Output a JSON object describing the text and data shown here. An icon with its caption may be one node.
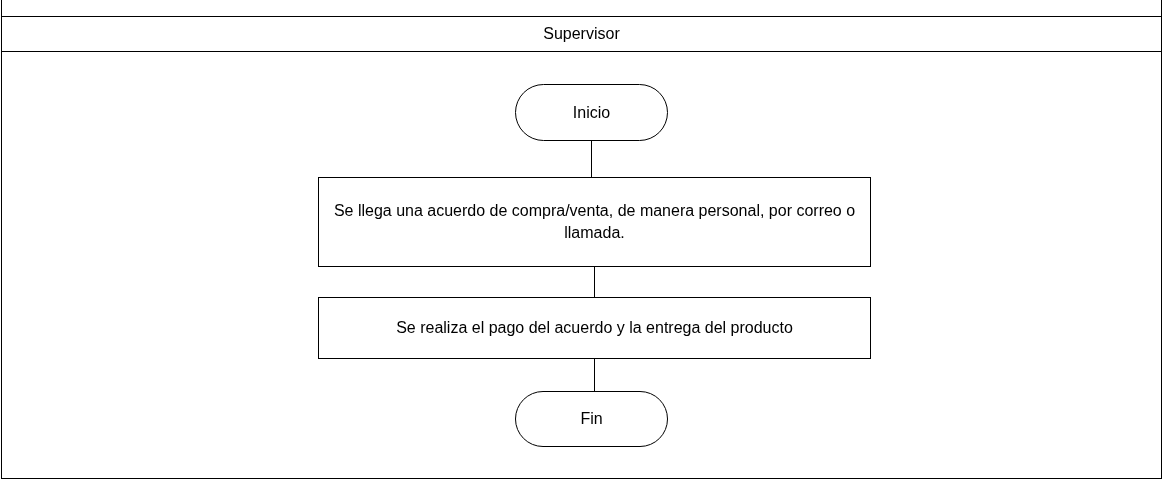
{
  "diagram": {
    "nodes": [
      {
        "text": [
          "Supervisor"
        ]
      },
      {
        "text": [
          "Inicio"
        ],
        "in": 0
      },
      {
        "text": [
          "Se llega una acuerdo de compra/venta, de manera personal, por correo o llamada."
        ],
        "in": 0
      },
      {
        "text": [
          "Se realiza el pago del acuerdo y la entrega del producto"
        ],
        "in": 0
      },
      {
        "text": [
          "Fin"
        ],
        "in": 0
      }
    ],
    "edges": [
      {
        "from": 1,
        "to": 2,
        "arrow": "none"
      },
      {
        "from": 2,
        "to": 3,
        "arrow": "none"
      },
      {
        "from": 3,
        "to": 4,
        "arrow": "none"
      }
    ]
  }
}
